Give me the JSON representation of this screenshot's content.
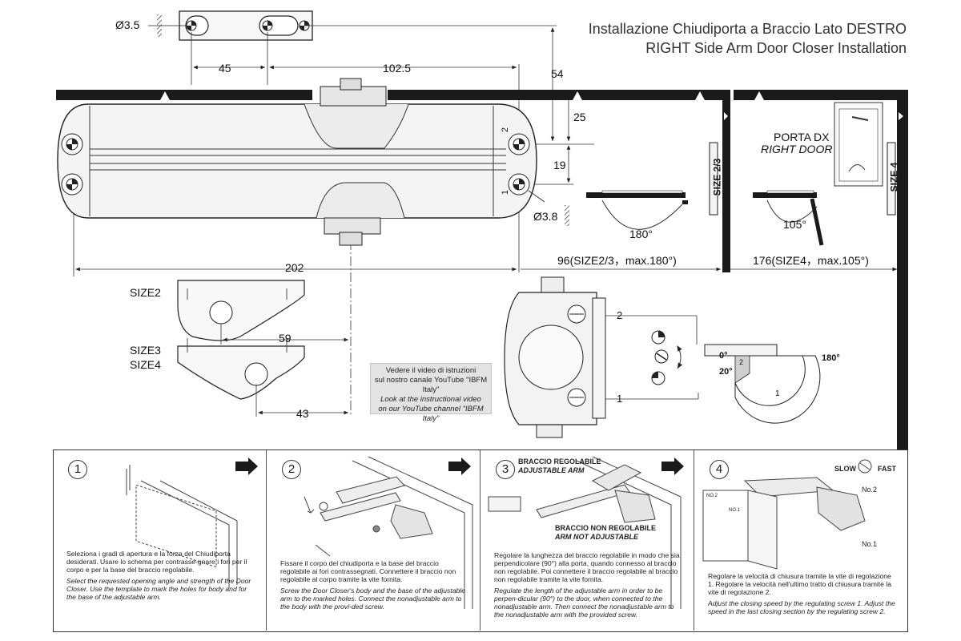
{
  "title": {
    "line1": "Installazione Chiudiporta a Braccio Lato DESTRO",
    "line2": "RIGHT Side Arm Door Closer Installation"
  },
  "dimensions": {
    "hole_small": "Ø3.5",
    "d45": "45",
    "d102_5": "102.5",
    "d54": "54",
    "d25": "25",
    "d19": "19",
    "hole_large": "Ø3.8",
    "d202": "202",
    "d59": "59",
    "d43": "43",
    "size23_note": "96(SIZE2/3，max.180°)",
    "size4_note": "176(SIZE4，max.105°)",
    "angle180": "180°",
    "angle105": "105°",
    "size23_tag": "SIZE 2/3",
    "size4_tag": "SIZE 4"
  },
  "hole_marks": {
    "upper": "2",
    "lower": "1"
  },
  "bracket_labels": {
    "size2": "SIZE2",
    "size3": "SIZE3",
    "size4": "SIZE4"
  },
  "door": {
    "it": "PORTA DX",
    "en": "RIGHT DOOR"
  },
  "valve_diagram": {
    "marker2": "2",
    "marker1": "1",
    "deg0": "0°",
    "deg20": "20°",
    "deg180": "180°",
    "zone2": "2",
    "zone1": "1"
  },
  "video_note": {
    "l1": "Vedere il video di istruzioni",
    "l2": "sul nostro canale YouTube \"IBFM Italy\"",
    "l3": "Look at the instructional video",
    "l4": "on our YouTube channel \"IBFM Italy\""
  },
  "steps": [
    {
      "number": "1",
      "it": "Seleziona i gradi di apertura e la forza del Chiudiporta desiderati. Usare lo schema per contrasse-gnare i fori per il corpo e per la base del braccio regolabile.",
      "en": "Select the requested opening angle and strength of the Door Closer. Use the template to mark the holes for body and for the base of the adjustable arm."
    },
    {
      "number": "2",
      "it": "Fissare il corpo del chiudiporta e la base del braccio regolabile ai fori contrassegnati. Connettere il braccio non regolabile al corpo tramite la vite fornita.",
      "en": "Screw the Door Closer's body and the base of the adjustable arm to the marked holes. Connect the nonadjustable arm to the body with the provi-ded screw."
    },
    {
      "number": "3",
      "it": "Regolare la lunghezza del braccio regolabile in modo che sia perpendicolare (90°) alla porta, quando connesso al braccio non regolabile. Poi connettere il braccio regolabile al braccio non regolabile tramite la vite fornita.",
      "en": "Regulate the length of the adjustable arm in order to be perpen-dicular (90°) to the door, when connected to the nonadjustable arm. Then connect the nonadjustable arm to the nonadjustable arm with the provided screw.",
      "arm_adj_it": "BRACCIO REGOLABILE",
      "arm_adj_en": "ADJUSTABLE ARM",
      "arm_non_it": "BRACCIO NON REGOLABILE",
      "arm_non_en": "ARM NOT ADJUSTABLE"
    },
    {
      "number": "4",
      "it": "Regolare la velocità di chiusura tramite la vite di regolazione 1. Regolare la velocità nell'ultimo tratto di chiusura tramite la vite di regolazione 2.",
      "en": "Adjust the closing speed by the regulating screw 1. Adjust the speed in the last closing section by the regulating screw 2.",
      "slow": "SLOW",
      "fast": "FAST",
      "no2": "No.2",
      "no1": "No.1",
      "door_no2": "NO.2",
      "door_no1": "NO.1"
    }
  ],
  "colors": {
    "line": "#1a1a1a",
    "fill_body": "#f4f4f4",
    "wall": "#1a1a1a",
    "gray_box": "#e3e3e3"
  }
}
